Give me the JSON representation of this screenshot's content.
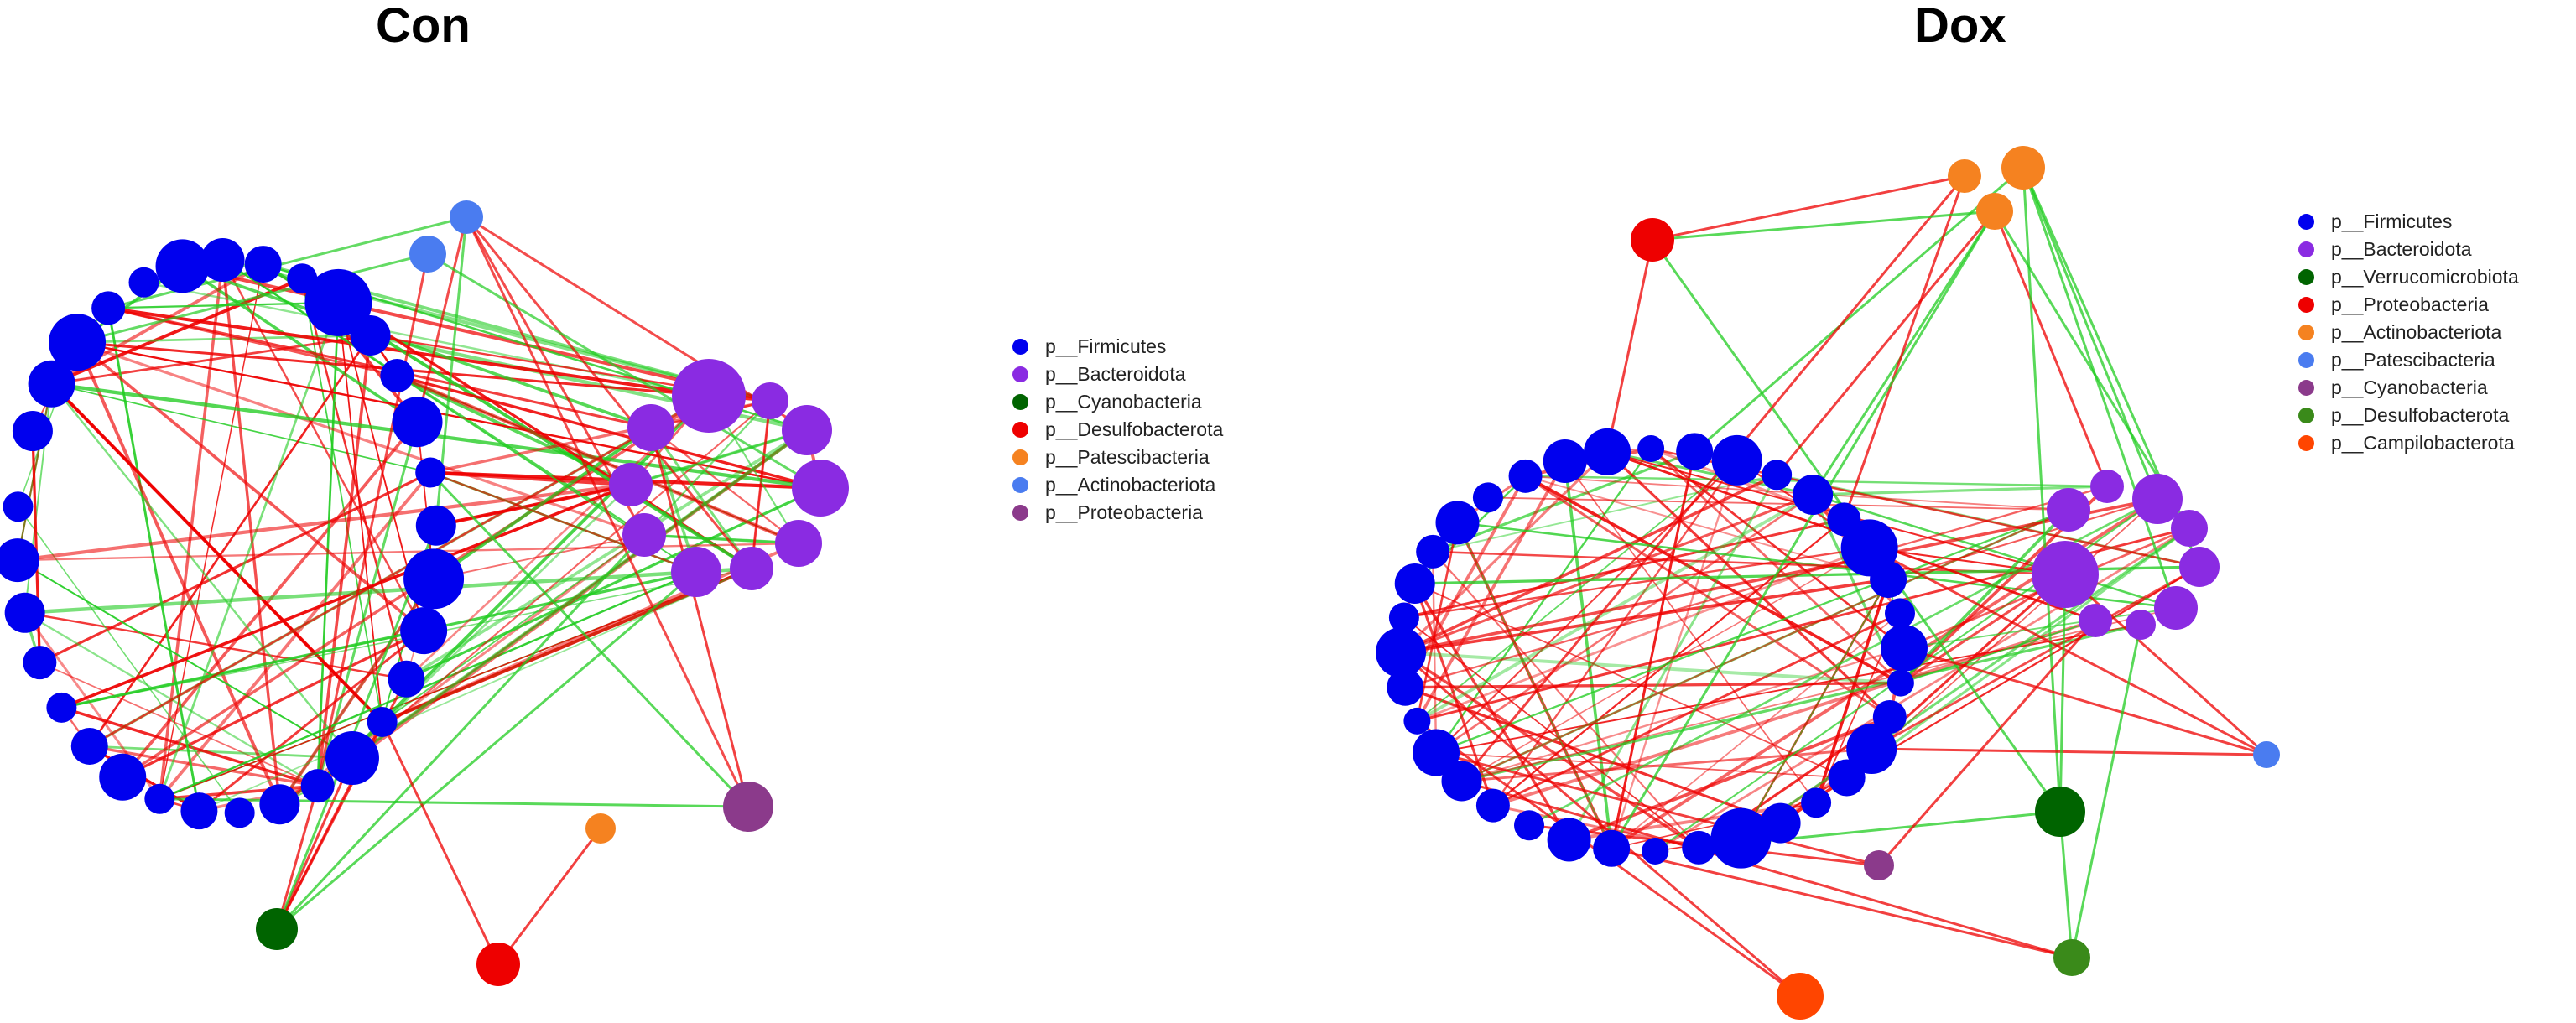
{
  "panels": [
    {
      "id": "con",
      "title": "Con",
      "legend": [
        {
          "label": "p__Firmicutes",
          "color": "#0000ee"
        },
        {
          "label": "p__Bacteroidota",
          "color": "#8a2be2"
        },
        {
          "label": "p__Cyanobacteria",
          "color": "#006400"
        },
        {
          "label": "p__Desulfobacterota",
          "color": "#ee0000"
        },
        {
          "label": "p__Patescibacteria",
          "color": "#f58220"
        },
        {
          "label": "p__Actinobacteriota",
          "color": "#4a7cf0"
        },
        {
          "label": "p__Proteobacteria",
          "color": "#8b3a8b"
        }
      ]
    },
    {
      "id": "dox",
      "title": "Dox",
      "legend": [
        {
          "label": "p__Firmicutes",
          "color": "#0000ee"
        },
        {
          "label": "p__Bacteroidota",
          "color": "#8a2be2"
        },
        {
          "label": "p__Verrucomicrobiota",
          "color": "#006400"
        },
        {
          "label": "p__Proteobacteria",
          "color": "#ee0000"
        },
        {
          "label": "p__Actinobacteriota",
          "color": "#f58220"
        },
        {
          "label": "p__Patescibacteria",
          "color": "#4a7cf0"
        },
        {
          "label": "p__Cyanobacteria",
          "color": "#8b3a8b"
        },
        {
          "label": "p__Desulfobacterota",
          "color": "#3a8a1a"
        },
        {
          "label": "p__Campilobacterota",
          "color": "#ff4500"
        }
      ]
    }
  ],
  "edge_colors": {
    "positive": "#ee0000",
    "negative": "#22cc22"
  }
}
